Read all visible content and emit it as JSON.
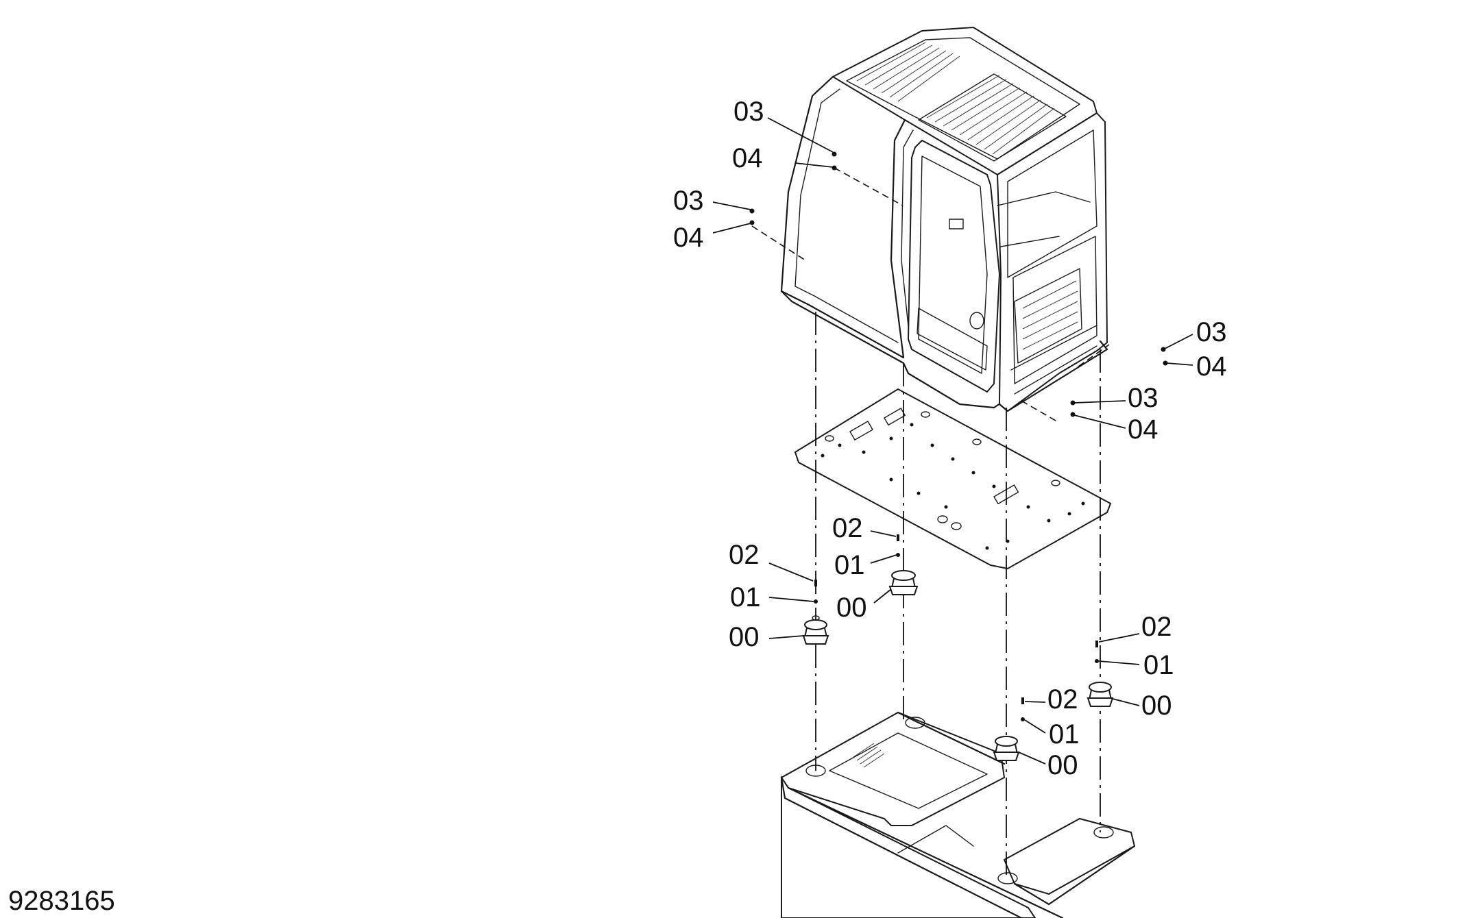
{
  "drawing_number": "9283165",
  "callouts": [
    {
      "id": "c1",
      "text": "03"
    },
    {
      "id": "c2",
      "text": "04"
    },
    {
      "id": "c3",
      "text": "03"
    },
    {
      "id": "c4",
      "text": "04"
    },
    {
      "id": "c5",
      "text": "03"
    },
    {
      "id": "c6",
      "text": "04"
    },
    {
      "id": "c7",
      "text": "03"
    },
    {
      "id": "c8",
      "text": "04"
    },
    {
      "id": "c9",
      "text": "02"
    },
    {
      "id": "c10",
      "text": "01"
    },
    {
      "id": "c11",
      "text": "00"
    },
    {
      "id": "c12",
      "text": "02"
    },
    {
      "id": "c13",
      "text": "01"
    },
    {
      "id": "c14",
      "text": "00"
    },
    {
      "id": "c15",
      "text": "02"
    },
    {
      "id": "c16",
      "text": "01"
    },
    {
      "id": "c17",
      "text": "00"
    },
    {
      "id": "c18",
      "text": "02"
    },
    {
      "id": "c19",
      "text": "01"
    },
    {
      "id": "c20",
      "text": "00"
    }
  ]
}
